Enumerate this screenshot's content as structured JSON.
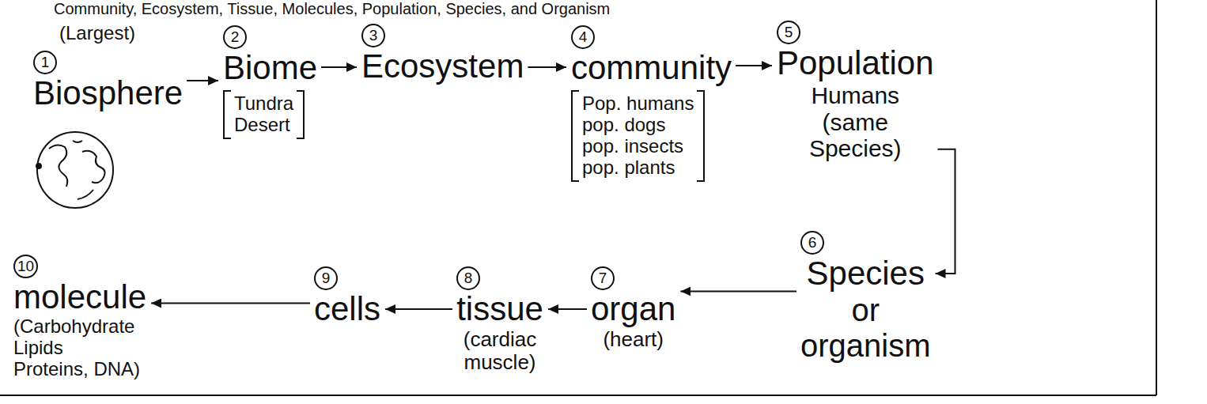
{
  "diagram": {
    "title": "Community, Ecosystem, Tissue, Molecules, Population, Species, and Organism",
    "nodes": [
      {
        "text": [
          "1",
          "Biosphere"
        ]
      },
      {
        "text": [
          "2",
          "Biome",
          "Tundra",
          "Desert"
        ]
      },
      {
        "text": [
          "3",
          "Ecosystem"
        ]
      },
      {
        "text": [
          "4",
          "community",
          "Pop. humans",
          "pop. dogs",
          "pop. insects",
          "pop. plants"
        ]
      },
      {
        "text": [
          "5",
          "Population",
          "Humans",
          "(same Species)"
        ]
      },
      {
        "text": [
          "6",
          "Species",
          "or",
          "organism"
        ]
      },
      {
        "text": [
          "7",
          "organ",
          "(heart)"
        ]
      },
      {
        "text": [
          "8",
          "tissue",
          "(cardiac muscle)"
        ]
      },
      {
        "text": [
          "9",
          "cells"
        ]
      },
      {
        "text": [
          "10",
          "molecule",
          "(Carbohydrate",
          "Lipids",
          "Proteins, DNA)"
        ]
      }
    ],
    "edges": [
      {
        "from": 0,
        "to": 1,
        "arrow": "to"
      },
      {
        "from": 1,
        "to": 2,
        "arrow": "to"
      },
      {
        "from": 2,
        "to": 3,
        "arrow": "to"
      },
      {
        "from": 3,
        "to": 4,
        "arrow": "to"
      },
      {
        "from": 4,
        "to": 5,
        "arrow": "to"
      },
      {
        "from": 5,
        "to": 6,
        "arrow": "to"
      },
      {
        "from": 6,
        "to": 7,
        "arrow": "to"
      },
      {
        "from": 7,
        "to": 8,
        "arrow": "to"
      },
      {
        "from": 8,
        "to": 9,
        "arrow": "to"
      }
    ],
    "labels": [
      "(Largest)"
    ]
  }
}
